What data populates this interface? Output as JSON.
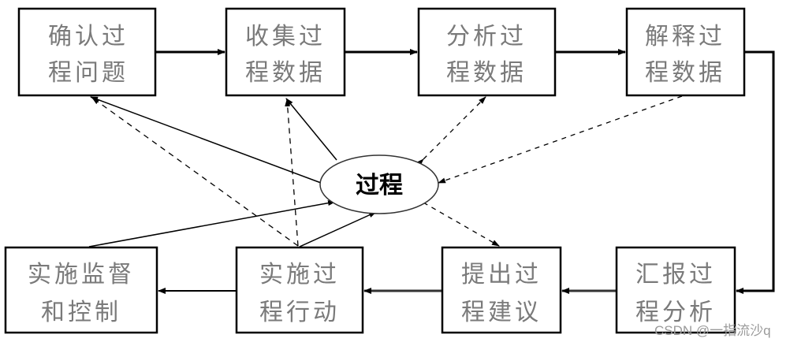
{
  "diagram": {
    "center": {
      "label": "过程"
    },
    "top_row": [
      {
        "id": "identify",
        "line1": "确认过",
        "line2": "程问题"
      },
      {
        "id": "collect",
        "line1": "收集过",
        "line2": "程数据"
      },
      {
        "id": "analyze",
        "line1": "分析过",
        "line2": "程数据"
      },
      {
        "id": "interpret",
        "line1": "解释过",
        "line2": "程数据"
      }
    ],
    "bottom_row": [
      {
        "id": "monitor",
        "line1": "实施监督",
        "line2": "和控制"
      },
      {
        "id": "implement",
        "line1": "实施过",
        "line2": "程行动"
      },
      {
        "id": "propose",
        "line1": "提出过",
        "line2": "程建议"
      },
      {
        "id": "report",
        "line1": "汇报过",
        "line2": "程分析"
      }
    ],
    "flow_sequence": [
      "确认过程问题",
      "收集过程数据",
      "分析过程数据",
      "解释过程数据",
      "汇报过程分析",
      "提出过程建议",
      "实施过程行动",
      "实施监督和控制"
    ]
  },
  "watermark": "CSDN @一指流沙q"
}
